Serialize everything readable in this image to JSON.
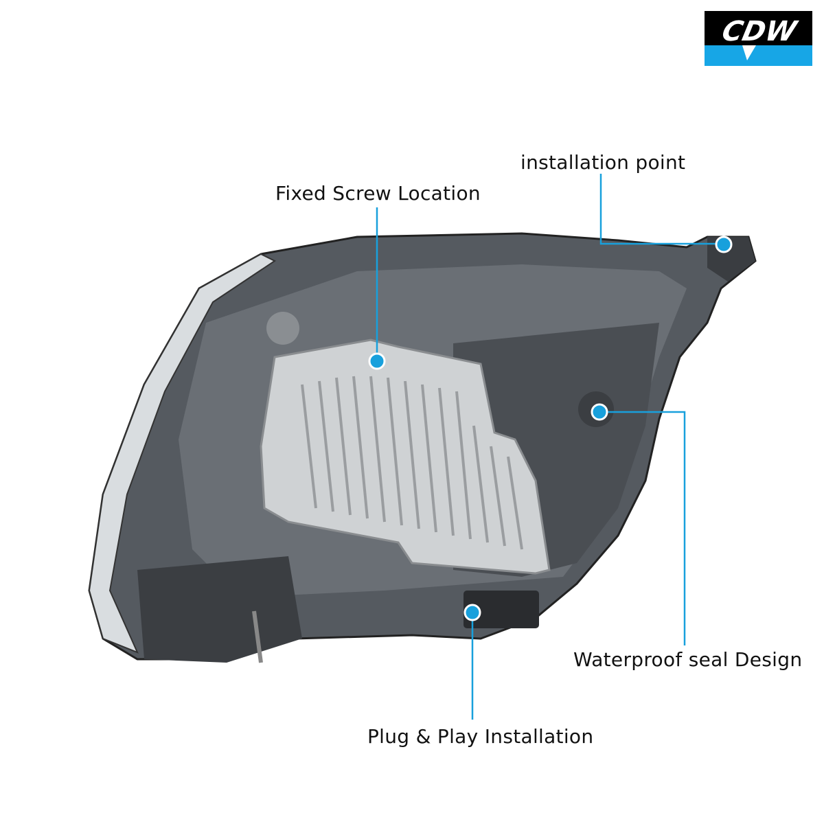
{
  "brand": {
    "logo_text": "CDW",
    "colors": {
      "black": "#000000",
      "blue": "#17a6e6"
    }
  },
  "callouts": [
    {
      "label": "installation point"
    },
    {
      "label": "Fixed Screw Location"
    },
    {
      "label": "Waterproof seal Design"
    },
    {
      "label": "Plug & Play Installation"
    }
  ],
  "accent_color": "#18a0dc",
  "product": "headlight-rear-housing"
}
